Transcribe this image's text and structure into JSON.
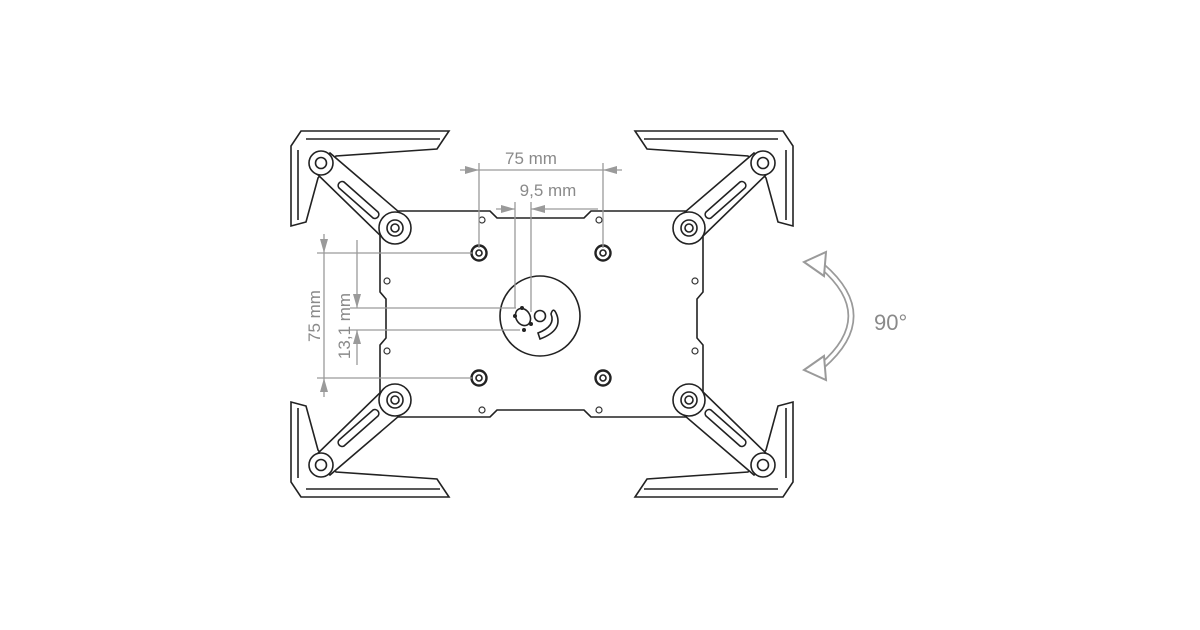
{
  "dimensions": {
    "horizontal_hole_spacing": "75 mm",
    "horizontal_offset": "9,5 mm",
    "vertical_hole_spacing": "75 mm",
    "vertical_offset": "13,1 mm"
  },
  "rotation": {
    "angle_label": "90°"
  },
  "colors": {
    "outline": "#222222",
    "dimension": "#9a9a9a"
  }
}
